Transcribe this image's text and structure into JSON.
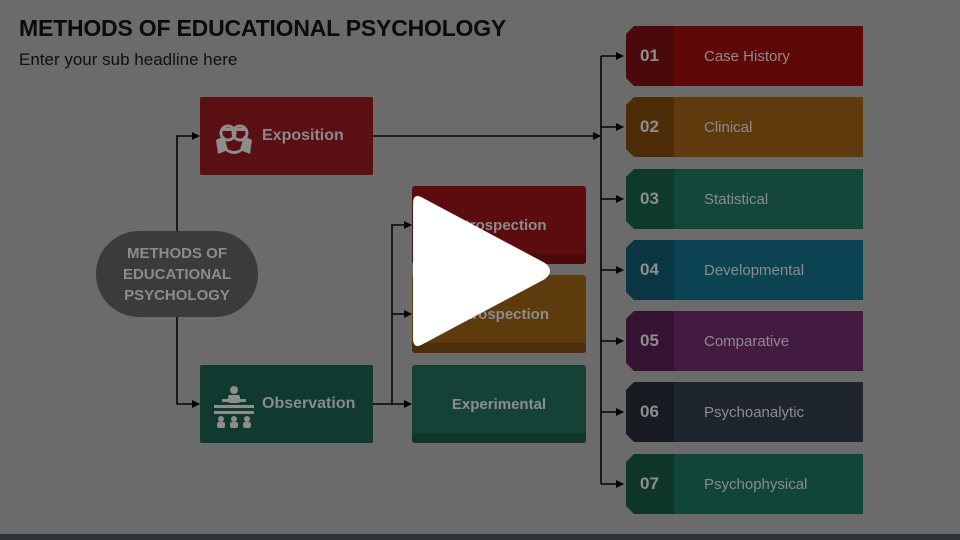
{
  "title": "METHODS OF EDUCATIONAL PSYCHOLOGY",
  "subtitle": "Enter your sub headline here",
  "center": {
    "label": "METHODS OF\nEDUCATIONAL\nPSYCHOLOGY"
  },
  "branches": {
    "exposition": {
      "label": "Exposition",
      "icon": "teacher-icon",
      "color": "#5a0f12"
    },
    "observation": {
      "label": "Observation",
      "icon": "audience-icon",
      "color": "#103a2f"
    }
  },
  "sub_methods": [
    {
      "label": "Introspection",
      "color": "#5c0c0f"
    },
    {
      "label": "Extrospection",
      "color": "#5e3b0c"
    },
    {
      "label": "Experimental",
      "color": "#154236"
    }
  ],
  "methods": [
    {
      "num": "01",
      "label": "Case History",
      "tab_color": "#4a0a0c",
      "color": "#5f0808"
    },
    {
      "num": "02",
      "label": "Clinical",
      "tab_color": "#4c2d08",
      "color": "#5e3a0c"
    },
    {
      "num": "03",
      "label": "Statistical",
      "tab_color": "#0e3a2b",
      "color": "#12473a"
    },
    {
      "num": "04",
      "label": "Developmental",
      "tab_color": "#0a3644",
      "color": "#0b4352"
    },
    {
      "num": "05",
      "label": "Comparative",
      "tab_color": "#361333",
      "color": "#431a40"
    },
    {
      "num": "06",
      "label": "Psychoanalytic",
      "tab_color": "#181c22",
      "color": "#1f252c"
    },
    {
      "num": "07",
      "label": "Psychophysical",
      "tab_color": "#0f3729",
      "color": "#12453a"
    }
  ],
  "player": {
    "icon": "play-icon"
  }
}
